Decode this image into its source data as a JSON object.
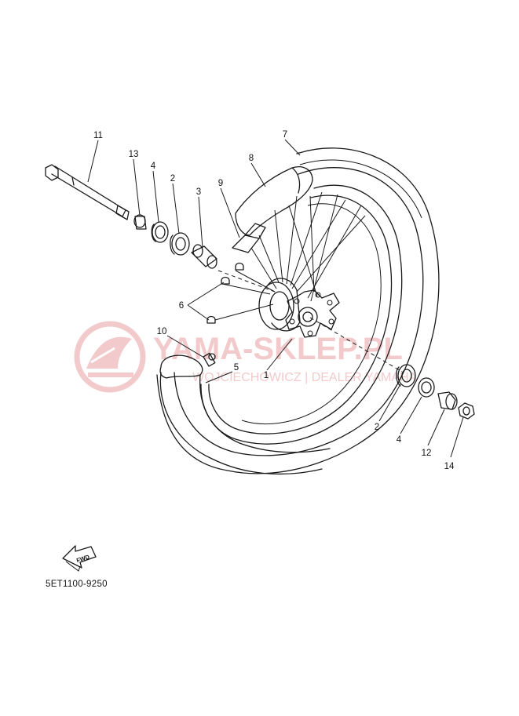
{
  "watermark": {
    "brand": "YAMA-SKLEP.PL",
    "subline": "WOJCIECHOWICZ | DEALER YAMAHA",
    "color": "#e9a0a3",
    "logo_icon": "yamaha-style-logo"
  },
  "diagram_code": "5ET1100-9250",
  "fwd_arrow": {
    "label": "FWD",
    "icon": "forward-arrow-icon"
  },
  "callouts": {
    "p1": "1",
    "p2a": "2",
    "p2b": "2",
    "p3": "3",
    "p4a": "4",
    "p4b": "4",
    "p5": "5",
    "p6": "6",
    "p7": "7",
    "p8": "8",
    "p9": "9",
    "p10": "10",
    "p11": "11",
    "p12": "12",
    "p13": "13",
    "p14": "14"
  }
}
